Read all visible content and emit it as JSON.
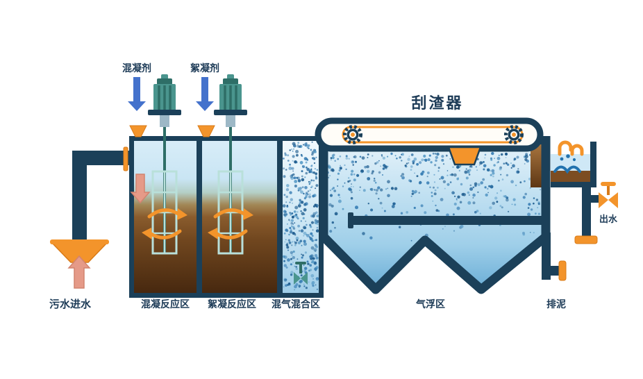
{
  "labels": {
    "coagulant": "混凝剂",
    "flocculant": "絮凝剂",
    "scraper": "刮渣器",
    "inlet": "污水进水",
    "outlet": "出水",
    "sludge": "排泥"
  },
  "zones": {
    "coagulation": "混凝反应区",
    "flocculation": "絮凝反应区",
    "air_mixing": "混气混合区",
    "flotation": "气浮区"
  },
  "colors": {
    "navy": "#1b4059",
    "orange": "#f3942b",
    "orange_dark": "#d97b18",
    "teal": "#4a958e",
    "teal_dark": "#2e6e67",
    "paddle": "#b9e0da",
    "arrow_blue": "#4472cc",
    "salmon": "#e59a88",
    "salmon_dark": "#d2836f",
    "water_light": "#cfe8f6",
    "sludge_brown": "#7c4d22",
    "splash_blue": "#2272ae",
    "text": "#1d3b57",
    "bubbles": [
      "#1f5d8f",
      "#3a7fb5",
      "#5f9fc9",
      "#2b6da1"
    ]
  },
  "icons": {
    "gear-icon": "drive-gear",
    "motor-icon": "mixer-motor",
    "valve-icon": "gate-valve",
    "funnel-icon": "hopper-funnel",
    "flow-arrow-icon": "flow-direction-arrow",
    "swirl-arrow-icon": "mixing-rotation-arrow",
    "weir-overflow-icon": "overflow-weir",
    "water-splash-icon": "water-splash",
    "scraper-blade-icon": "scum-scraper-blade"
  }
}
